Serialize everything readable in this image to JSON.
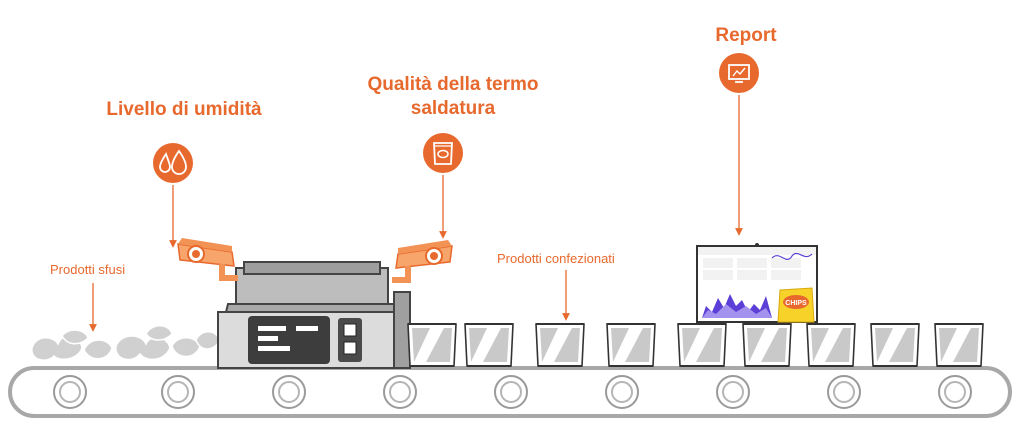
{
  "labels": {
    "humidity": "Livello di umidità",
    "seal_quality_line1": "Qualità della termo",
    "seal_quality_line2": "saldatura",
    "report": "Report",
    "bulk_products": "Prodotti sfusi",
    "packaged_products": "Prodotti confezionati",
    "chips": "CHIPS"
  },
  "icons": {
    "humidity": "water-drops-icon",
    "seal_quality": "chips-bag-icon",
    "report": "monitor-chart-icon",
    "camera": "security-camera-icon"
  },
  "colors": {
    "accent": "#e8692e",
    "belt": "#a8a8a8",
    "product": "#cfcfcf",
    "machine": "#b9b9b9",
    "screen_dark": "#3d3d3d",
    "chart_blue": "#5b3fd6",
    "chips_yellow": "#f7d32a"
  }
}
